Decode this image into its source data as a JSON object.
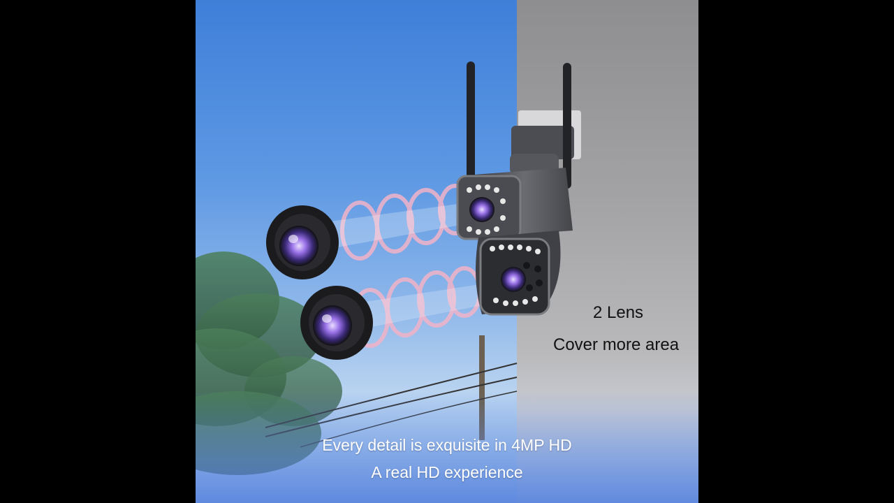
{
  "text": {
    "lens_count": "2 Lens",
    "coverage": "Cover more area",
    "detail": "Every detail is exquisite in 4MP HD",
    "experience": "A real HD experience"
  },
  "colors": {
    "sky_top": "#3f7fd9",
    "wall": "#a3a3a5",
    "camera_body": "#5a5c61",
    "lens_purple": "#8f6de0",
    "caption": "#ffffff",
    "label": "#111111"
  },
  "icons": [
    "camera-icon",
    "lens-icon",
    "antenna-icon",
    "ir-led-icon"
  ]
}
